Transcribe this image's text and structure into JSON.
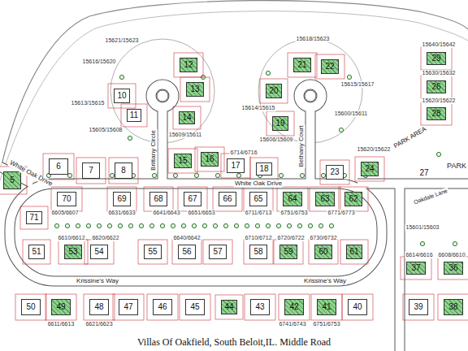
{
  "diagram": {
    "caption": "Villas Of Oakfield, South Beloit,IL. Middle Road",
    "nodes": [
      {
        "text": [
          "12"
        ]
      },
      {
        "text": [
          "21"
        ]
      },
      {
        "text": [
          "22"
        ]
      },
      {
        "text": [
          "29"
        ]
      },
      {
        "text": [
          "10"
        ]
      },
      {
        "text": [
          "13"
        ]
      },
      {
        "text": [
          "20"
        ]
      },
      {
        "text": [
          "26"
        ]
      },
      {
        "text": [
          "11"
        ]
      },
      {
        "text": [
          "28"
        ]
      },
      {
        "text": [
          "14"
        ]
      },
      {
        "text": [
          "19"
        ]
      },
      {
        "text": [
          "6"
        ]
      },
      {
        "text": [
          "7"
        ]
      },
      {
        "text": [
          "8"
        ]
      },
      {
        "text": [
          "15"
        ]
      },
      {
        "text": [
          "16"
        ]
      },
      {
        "text": [
          "17"
        ]
      },
      {
        "text": [
          "18"
        ]
      },
      {
        "text": [
          "23"
        ]
      },
      {
        "text": [
          "24"
        ]
      },
      {
        "text": [
          "5"
        ]
      },
      {
        "text": [
          "70"
        ]
      },
      {
        "text": [
          "69"
        ]
      },
      {
        "text": [
          "68"
        ]
      },
      {
        "text": [
          "67"
        ]
      },
      {
        "text": [
          "66"
        ]
      },
      {
        "text": [
          "65"
        ]
      },
      {
        "text": [
          "64"
        ]
      },
      {
        "text": [
          "63"
        ]
      },
      {
        "text": [
          "62"
        ]
      },
      {
        "text": [
          "71"
        ]
      },
      {
        "text": [
          "51"
        ]
      },
      {
        "text": [
          "53"
        ]
      },
      {
        "text": [
          "54"
        ]
      },
      {
        "text": [
          "55"
        ]
      },
      {
        "text": [
          "56"
        ]
      },
      {
        "text": [
          "57"
        ]
      },
      {
        "text": [
          "58"
        ]
      },
      {
        "text": [
          "59"
        ]
      },
      {
        "text": [
          "60"
        ]
      },
      {
        "text": [
          "61"
        ]
      },
      {
        "text": [
          "37"
        ]
      },
      {
        "text": [
          "36"
        ]
      },
      {
        "text": [
          "50"
        ]
      },
      {
        "text": [
          "49"
        ]
      },
      {
        "text": [
          "48"
        ]
      },
      {
        "text": [
          "47"
        ]
      },
      {
        "text": [
          "46"
        ]
      },
      {
        "text": [
          "45"
        ]
      },
      {
        "text": [
          "44"
        ]
      },
      {
        "text": [
          "43"
        ]
      },
      {
        "text": [
          "42"
        ]
      },
      {
        "text": [
          "41"
        ]
      },
      {
        "text": [
          "40"
        ]
      },
      {
        "text": [
          "39"
        ]
      },
      {
        "text": [
          "38"
        ]
      }
    ],
    "labels": [
      "Brittany Circle",
      "Bethany Court",
      "White Oak Drive",
      "White Oak Drive",
      "Krissine's Way",
      "Krissine's Way",
      "Oakdale Lane",
      "PARK AREA",
      "PARK",
      "27",
      "15621/15623",
      "15616/15620",
      "15613/15615",
      "15605/15608",
      "15609/15611",
      "15614/15615",
      "15618/15623",
      "15615/15617",
      "15600/15611",
      "15606/15609",
      "15640/15642",
      "15630/15632",
      "15620/15622",
      "6714/6716",
      "15620/15622",
      "15601/15603",
      "6614/6616",
      "6608/6610",
      "6605/6607",
      "6631/6633",
      "6641/6643",
      "6651/6653",
      "6711/6713",
      "6751/6753",
      "6771/6773",
      "6610/6612",
      "6620/6622",
      "6640/6642",
      "6710/6712",
      "6720/6722",
      "6730/6732",
      "6611/6613",
      "6621/6623",
      "6741/6743",
      "6751/6753"
    ]
  }
}
